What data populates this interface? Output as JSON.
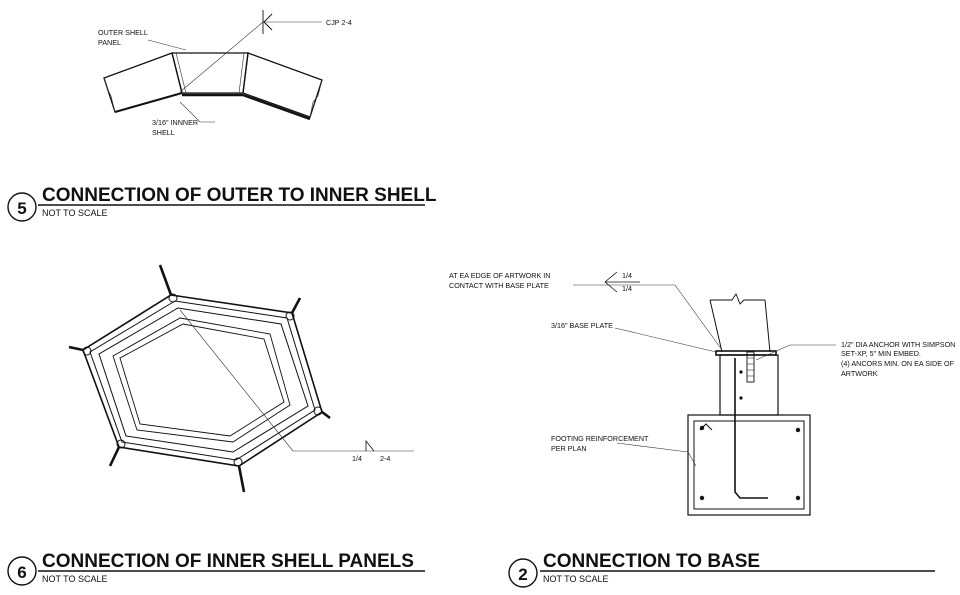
{
  "details": [
    {
      "number": "5",
      "title": "CONNECTION OF OUTER TO INNER SHELL",
      "scale": "NOT TO SCALE",
      "notes": {
        "outer_panel_1": "OUTER SHELL",
        "outer_panel_2": "PANEL",
        "weld": "CJP 2-4",
        "inner_shell_1": "3/16\" INNNER",
        "inner_shell_2": "SHELL"
      }
    },
    {
      "number": "6",
      "title": "CONNECTION OF INNER SHELL PANELS",
      "scale": "NOT TO SCALE",
      "notes": {
        "weld_size": "1/4",
        "weld_length": "2-4"
      }
    },
    {
      "number": "2",
      "title": "CONNECTION TO BASE",
      "scale": "NOT TO SCALE",
      "notes": {
        "edge_1": "AT EA EDGE OF ARTWORK IN",
        "edge_2": "CONTACT WITH BASE PLATE",
        "weld_top": "1/4",
        "weld_bottom": "1/4",
        "base_plate": "3/16\" BASE PLATE",
        "anchor_1": "1/2\" DIA ANCHOR WITH SIMPSON",
        "anchor_2": "SET-XP, 5\" MIN EMBED.",
        "anchor_3": "(4) ANCORS MIN. ON EA SIDE OF",
        "anchor_4": "ARTWORK",
        "footing_1": "FOOTING REINFORCEMENT",
        "footing_2": "PER PLAN"
      }
    }
  ]
}
